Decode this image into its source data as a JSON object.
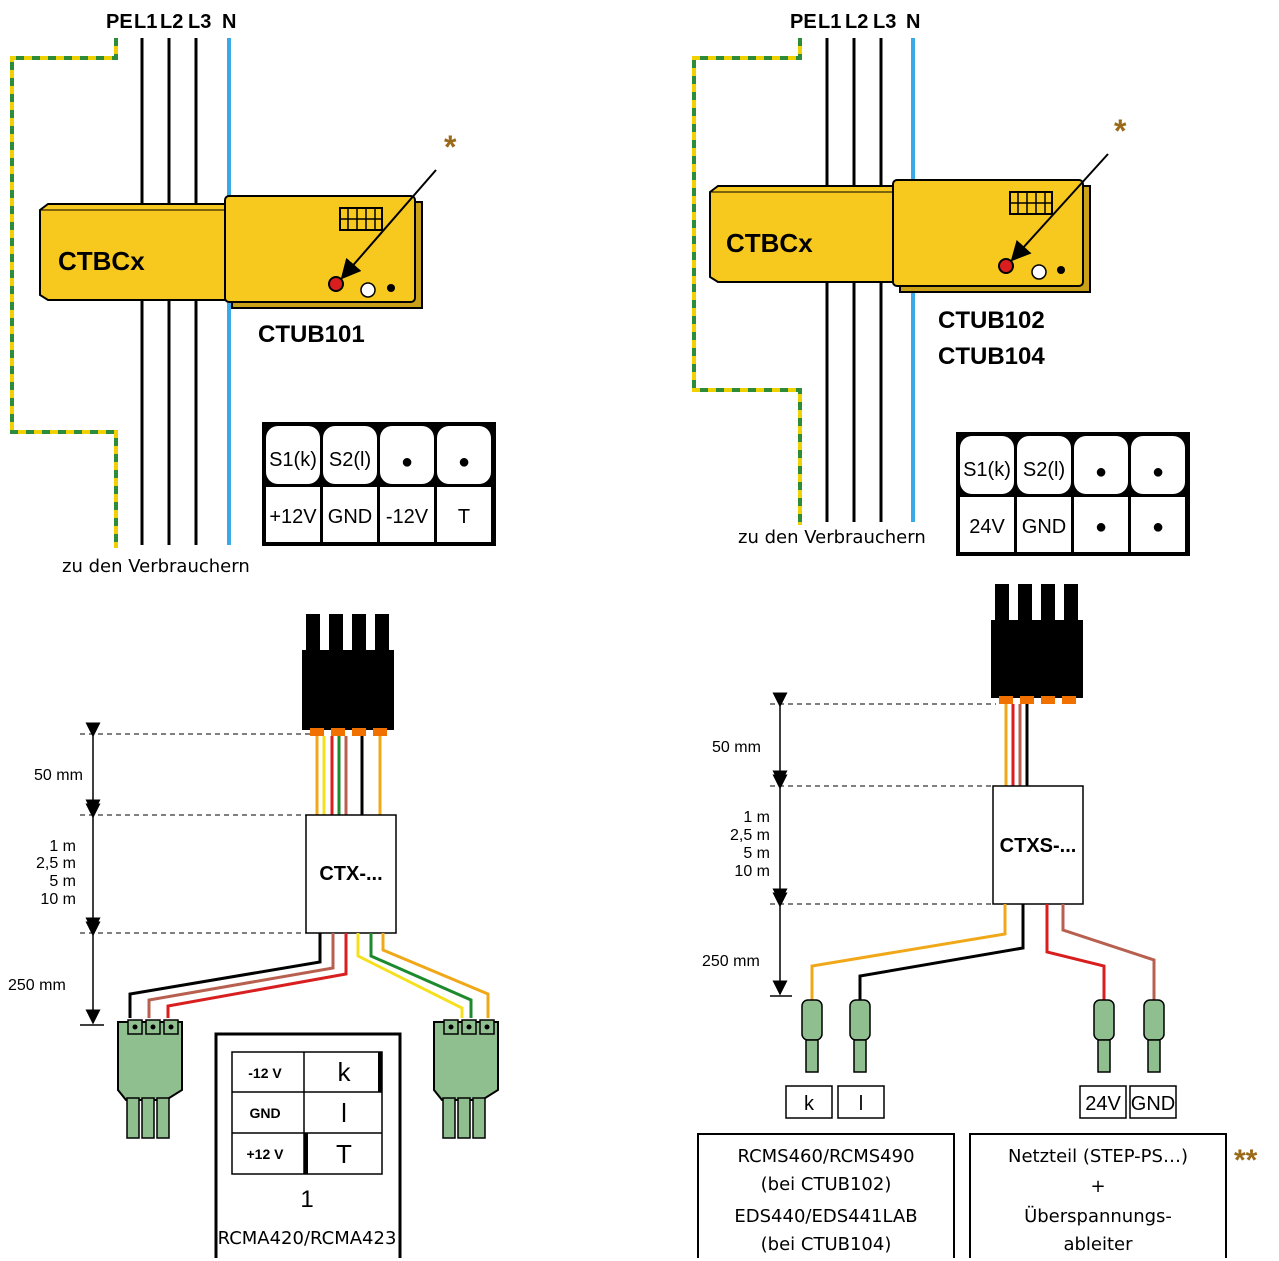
{
  "left": {
    "conductors": [
      "PE",
      "L1",
      "L2",
      "L3",
      "N"
    ],
    "transformer_label": "CTBCx",
    "module_label": "CTUB101",
    "asterisk": "*",
    "consumers_label": "zu den Verbrauchern",
    "terminal_top": [
      "S1(k)",
      "S2(l)",
      "●",
      "●"
    ],
    "terminal_bottom": [
      "+12V",
      "GND",
      "-12V",
      "T"
    ],
    "dim_50": "50 mm",
    "dim_lengths": [
      "1 m",
      "2,5 m",
      "5 m",
      "10 m"
    ],
    "dim_250": "250 mm",
    "cable_label": "CTX-...",
    "table_rows": [
      {
        "left": "-12 V",
        "right": "k"
      },
      {
        "left": "GND",
        "right": "l"
      },
      {
        "left": "+12 V",
        "right": "T"
      }
    ],
    "table_index": "1",
    "device_label": "RCMA420/RCMA423"
  },
  "right": {
    "conductors": [
      "PE",
      "L1",
      "L2",
      "L3",
      "N"
    ],
    "transformer_label": "CTBCx",
    "module_label_1": "CTUB102",
    "module_label_2": "CTUB104",
    "asterisk": "*",
    "consumers_label": "zu den Verbrauchern",
    "terminal_top": [
      "S1(k)",
      "S2(l)",
      "●",
      "●"
    ],
    "terminal_bottom": [
      "24V",
      "GND",
      "●",
      "●"
    ],
    "dim_50": "50 mm",
    "dim_lengths": [
      "1 m",
      "2,5 m",
      "5 m",
      "10 m"
    ],
    "dim_250": "250 mm",
    "cable_label": "CTXS-...",
    "pin_labels": [
      "k",
      "l",
      "24V",
      "GND"
    ],
    "box1_lines": [
      "RCMS460/RCMS490",
      "(bei CTUB102)",
      "EDS440/EDS441LAB",
      "(bei CTUB104)"
    ],
    "box2_lines": [
      "Netzteil (STEP-PS…)",
      "+",
      "Überspannungs-",
      "ableiter"
    ],
    "double_asterisk": "**"
  },
  "colors": {
    "module_yellow": "#f7c81e",
    "pe_green": "#2e8b3a",
    "pe_yellow": "#f0d000",
    "neutral_blue": "#3aa9e8",
    "wire_orange": "#f0a818",
    "wire_red": "#d81e1e",
    "wire_brown": "#b86050",
    "wire_green": "#1e8a2e",
    "wire_yellow": "#f5e020",
    "connector_green": "#8fbf8f",
    "asterisk_brown": "#9a6a1a"
  }
}
